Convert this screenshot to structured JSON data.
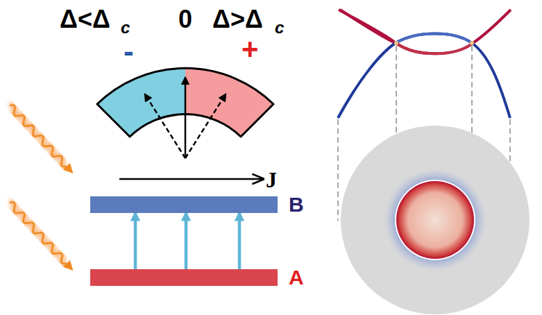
{
  "diagram": {
    "nodes": [
      {
        "text": [
          "B"
        ]
      },
      {
        "text": [
          "A"
        ]
      }
    ],
    "edges": [
      {
        "from": 1,
        "to": 0,
        "arrow": "to"
      },
      {
        "from": 1,
        "to": 0,
        "arrow": "to"
      },
      {
        "from": 1,
        "to": 0,
        "arrow": "to"
      }
    ],
    "labels": [
      "Δ<Δ",
      "c",
      "0",
      "Δ>Δ",
      "c",
      "-",
      "+",
      "J"
    ]
  }
}
